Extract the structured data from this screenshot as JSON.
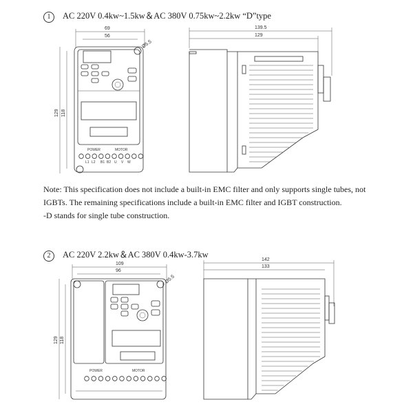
{
  "section1": {
    "number": "1",
    "title": "AC 220V 0.4kw~1.5kw＆AC 380V 0.75kw~2.2kw “D”type",
    "front": {
      "width_outer": "69",
      "width_mount": "56",
      "height_outer": "129",
      "height_mount": "118",
      "hole": "Ø5.5",
      "power_label": "POWER",
      "motor_label": "MOTOR",
      "terminals": [
        "L1",
        "L2",
        "B1",
        "B2",
        "U",
        "V",
        "W"
      ]
    },
    "side": {
      "depth_outer": "139.5",
      "depth_body": "129"
    }
  },
  "note": {
    "lines": [
      "Note: This specification does not include a built-in EMC filter and only supports single tubes, not",
      "IGBTs. The remaining specifications include a built-in EMC filter and IGBT construction.",
      "-D stands for single tube construction."
    ]
  },
  "section2": {
    "number": "2",
    "title": "AC 220V 2.2kw＆AC 380V 0.4kw-3.7kw",
    "front": {
      "width_outer": "109",
      "width_mount": "96",
      "height_outer": "129",
      "height_mount": "118",
      "hole": "Ø5.5",
      "power_label": "POWER",
      "motor_label": "MOTOR"
    },
    "side": {
      "depth_outer": "142",
      "depth_body": "133"
    }
  }
}
